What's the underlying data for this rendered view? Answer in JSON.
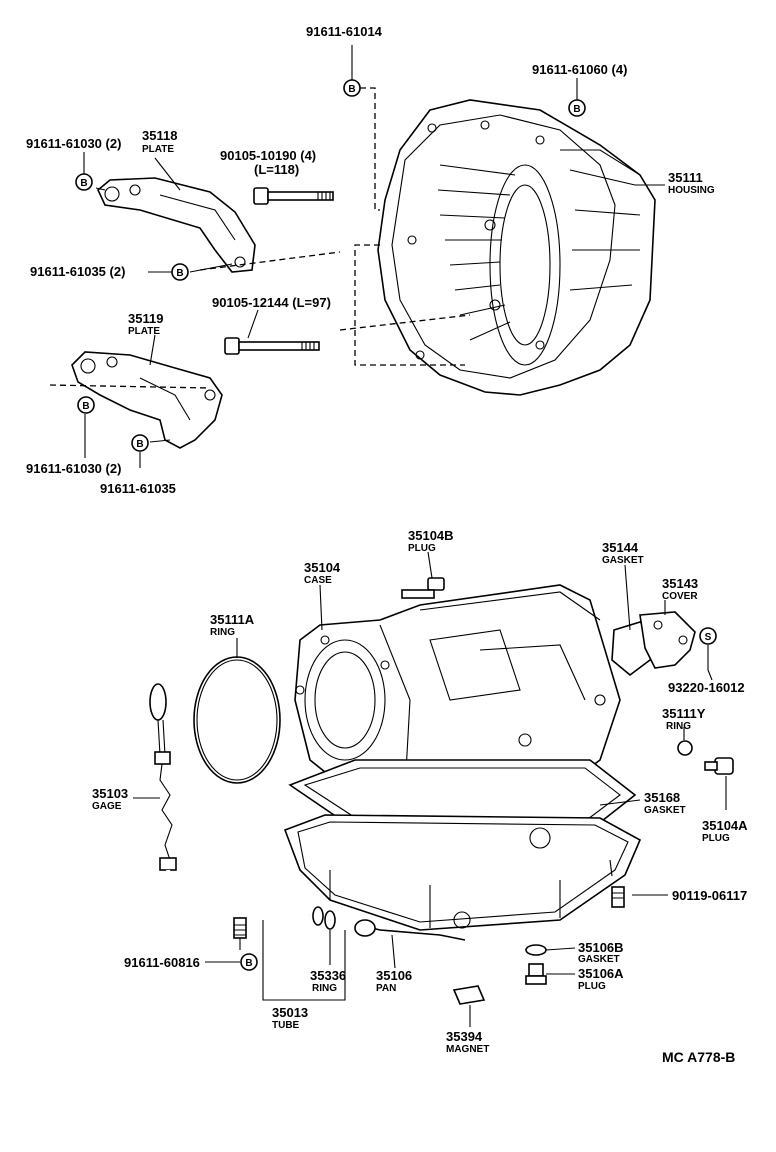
{
  "parts": {
    "p_91611_61014": "91611-61014",
    "p_91611_61060": "91611-61060 (4)",
    "p_91611_61030_top": "91611-61030 (2)",
    "p_35118": "35118",
    "p_35118_name": "PLATE",
    "p_90105_10190": "90105-10190 (4)",
    "p_90105_10190_len": "(L=118)",
    "p_35111": "35111",
    "p_35111_name": "HOUSING",
    "p_91611_61035_top": "91611-61035 (2)",
    "p_90105_12144": "90105-12144 (L=97)",
    "p_35119": "35119",
    "p_35119_name": "PLATE",
    "p_91611_61030_bot": "91611-61030 (2)",
    "p_91611_61035_bot": "91611-61035",
    "p_35104B": "35104B",
    "p_35104B_name": "PLUG",
    "p_35104": "35104",
    "p_35104_name": "CASE",
    "p_35144": "35144",
    "p_35144_name": "GASKET",
    "p_35143": "35143",
    "p_35143_name": "COVER",
    "p_35111A": "35111A",
    "p_35111A_name": "RING",
    "p_93220_16012": "93220-16012",
    "p_35111Y": "35111Y",
    "p_35111Y_name": "RING",
    "p_35103": "35103",
    "p_35103_name": "GAGE",
    "p_35168": "35168",
    "p_35168_name": "GASKET",
    "p_35104A": "35104A",
    "p_35104A_name": "PLUG",
    "p_90119_06117": "90119-06117",
    "p_91611_60816": "91611-60816",
    "p_35336": "35336",
    "p_35336_name": "RING",
    "p_35106": "35106",
    "p_35106_name": "PAN",
    "p_35106B": "35106B",
    "p_35106B_name": "GASKET",
    "p_35106A": "35106A",
    "p_35106A_name": "PLUG",
    "p_35013": "35013",
    "p_35013_name": "TUBE",
    "p_35394": "35394",
    "p_35394_name": "MAGNET"
  },
  "marks": {
    "b": "B",
    "s": "S"
  },
  "reference": "MC  A778-B"
}
